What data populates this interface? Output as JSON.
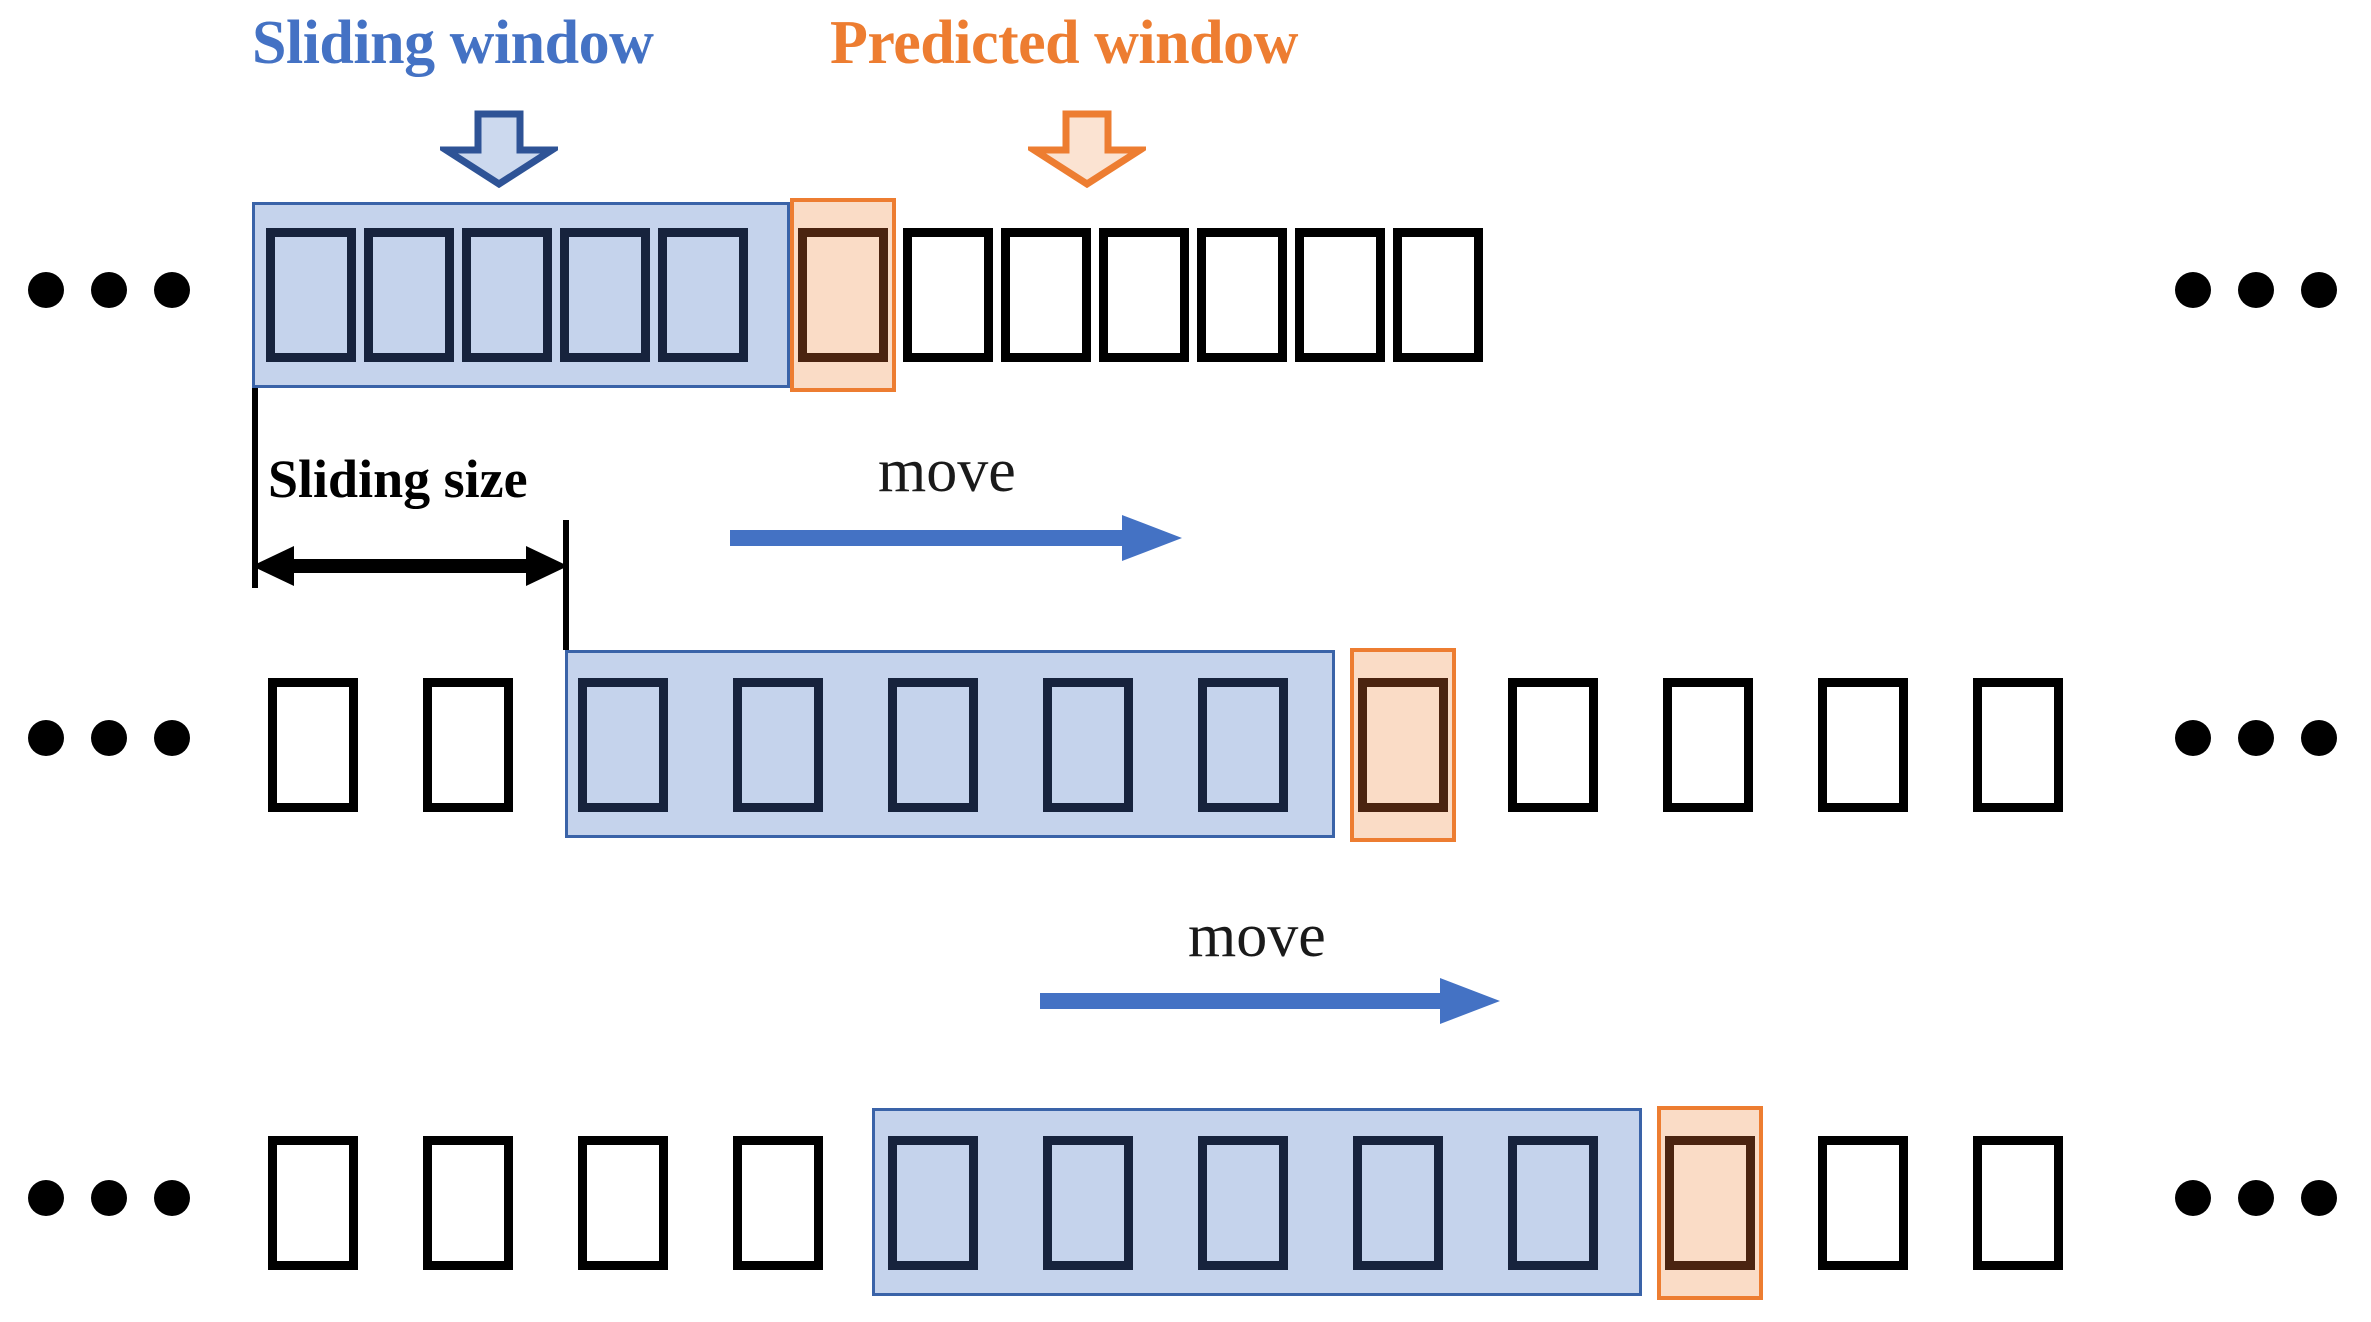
{
  "diagram": {
    "title_sliding_window": "Sliding window",
    "title_predicted_window": "Predicted window",
    "sliding_size_label": "Sliding size",
    "move_label_1": "move",
    "move_label_2": "move",
    "colors": {
      "sliding_window_text": "#4472C4",
      "predicted_window_text": "#ED7D31",
      "sliding_window_fill": "#C5D3EC",
      "sliding_window_border": "#3A63A8",
      "predicted_window_fill": "#FADCC6",
      "predicted_window_border": "#ED7D31",
      "blue_cell_border": "#17233D",
      "orange_cell_border": "#4B2410",
      "plain_cell_border": "#000000",
      "move_arrow": "#4472C4",
      "measure_arrow": "#000000"
    },
    "arrows": {
      "sliding_pointer_icon": "down-block-arrow-icon",
      "predicted_pointer_icon": "down-block-arrow-icon",
      "move_arrow_icon": "right-arrow-icon",
      "sliding_size_icon": "double-headed-arrow-icon"
    },
    "ellipsis": {
      "left_icon": "ellipsis-dots-icon",
      "right_icon": "ellipsis-dots-icon",
      "dot_count": 3
    },
    "rows": [
      {
        "name": "row-1",
        "leading_plain_cells": 0,
        "sliding_cells": 5,
        "predicted_cells": 1,
        "trailing_plain_cells": 6,
        "window_start_index": 0
      },
      {
        "name": "row-2",
        "leading_plain_cells": 2,
        "sliding_cells": 5,
        "predicted_cells": 1,
        "trailing_plain_cells": 4,
        "window_start_index": 2
      },
      {
        "name": "row-3",
        "leading_plain_cells": 4,
        "sliding_cells": 5,
        "predicted_cells": 1,
        "trailing_plain_cells": 2,
        "window_start_index": 4
      }
    ]
  }
}
